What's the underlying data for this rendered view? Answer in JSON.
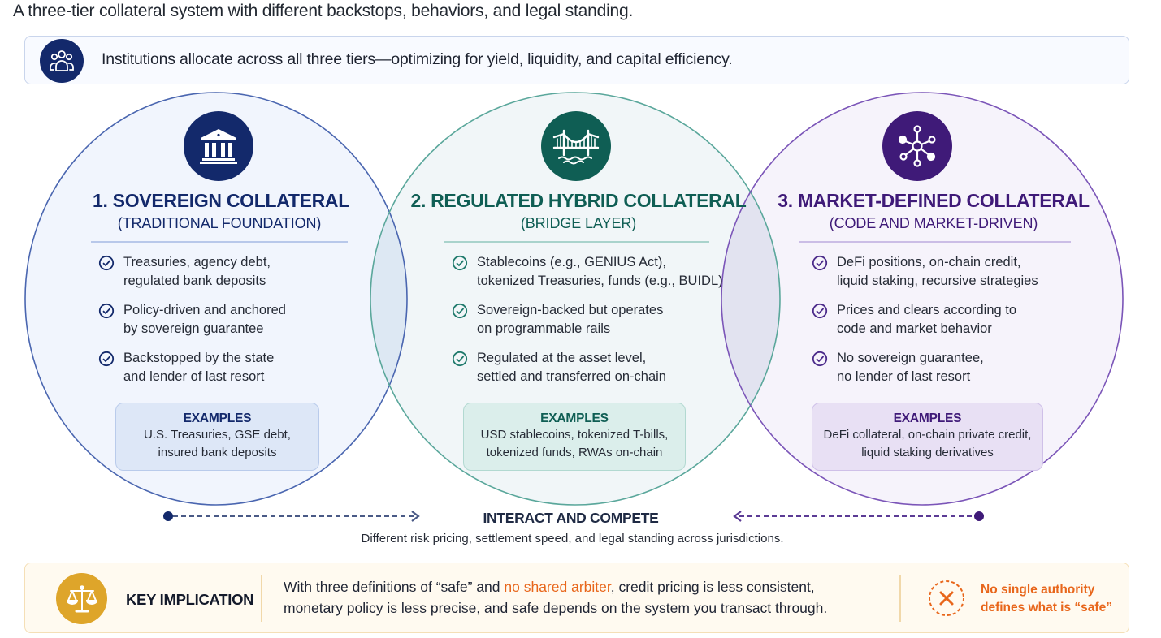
{
  "subtitle": "A three-tier collateral system with different backstops, behaviors, and legal standing.",
  "banner": {
    "icon": "people-group-icon",
    "text": "Institutions allocate across all three tiers—optimizing for yield, liquidity, and capital efficiency."
  },
  "tiers": [
    {
      "icon": "bank-building-icon",
      "title": "1. SOVEREIGN COLLATERAL",
      "subtitle": "(TRADITIONAL FOUNDATION)",
      "color": "#13296b",
      "bullets": [
        [
          "Treasuries, agency debt,",
          "regulated bank deposits"
        ],
        [
          "Policy-driven and anchored",
          "by sovereign guarantee"
        ],
        [
          "Backstopped by the state",
          "and lender of last resort"
        ]
      ],
      "examples_heading": "EXAMPLES",
      "examples": [
        "U.S. Treasuries, GSE debt,",
        "insured bank deposits"
      ]
    },
    {
      "icon": "bridge-icon",
      "title": "2. REGULATED HYBRID COLLATERAL",
      "subtitle": "(BRIDGE LAYER)",
      "color": "#0f5e54",
      "bullets": [
        [
          "Stablecoins (e.g., GENIUS Act),",
          "tokenized Treasuries, funds (e.g., BUIDL)"
        ],
        [
          "Sovereign-backed but operates",
          "on programmable rails"
        ],
        [
          "Regulated at the asset level,",
          "settled and transferred on-chain"
        ]
      ],
      "examples_heading": "EXAMPLES",
      "examples": [
        "USD stablecoins, tokenized T-bills,",
        "tokenized funds, RWAs on-chain"
      ]
    },
    {
      "icon": "network-nodes-icon",
      "title": "3. MARKET-DEFINED COLLATERAL",
      "subtitle": "(CODE AND MARKET-DRIVEN)",
      "color": "#3f1a78",
      "bullets": [
        [
          "DeFi positions, on-chain credit,",
          "liquid staking, recursive strategies"
        ],
        [
          "Prices and clears according to",
          "code and market behavior"
        ],
        [
          "No sovereign guarantee,",
          "no lender of last resort"
        ]
      ],
      "examples_heading": "EXAMPLES",
      "examples": [
        "DeFi collateral, on-chain private credit,",
        "liquid staking derivatives"
      ]
    }
  ],
  "interact": {
    "title": "INTERACT AND COMPETE",
    "subtitle": "Different risk pricing, settlement speed, and legal standing across jurisdictions."
  },
  "key_implication": {
    "icon": "balance-scale-icon",
    "label": "KEY IMPLICATION",
    "text_line1_before": "With three definitions of “safe” and ",
    "text_highlight": "no shared arbiter",
    "text_line1_after": ", credit pricing is less consistent,",
    "text_line2": "monetary policy is less precise, and safe depends on the system you transact through.",
    "note_icon": "x-circle-icon",
    "note_line1": "No single authority",
    "note_line2": "defines what is “safe”"
  },
  "colors": {
    "navy": "#13296b",
    "teal": "#0f5e54",
    "purple": "#3f1a78",
    "gold": "#dea52a",
    "orange": "#e8661b"
  }
}
